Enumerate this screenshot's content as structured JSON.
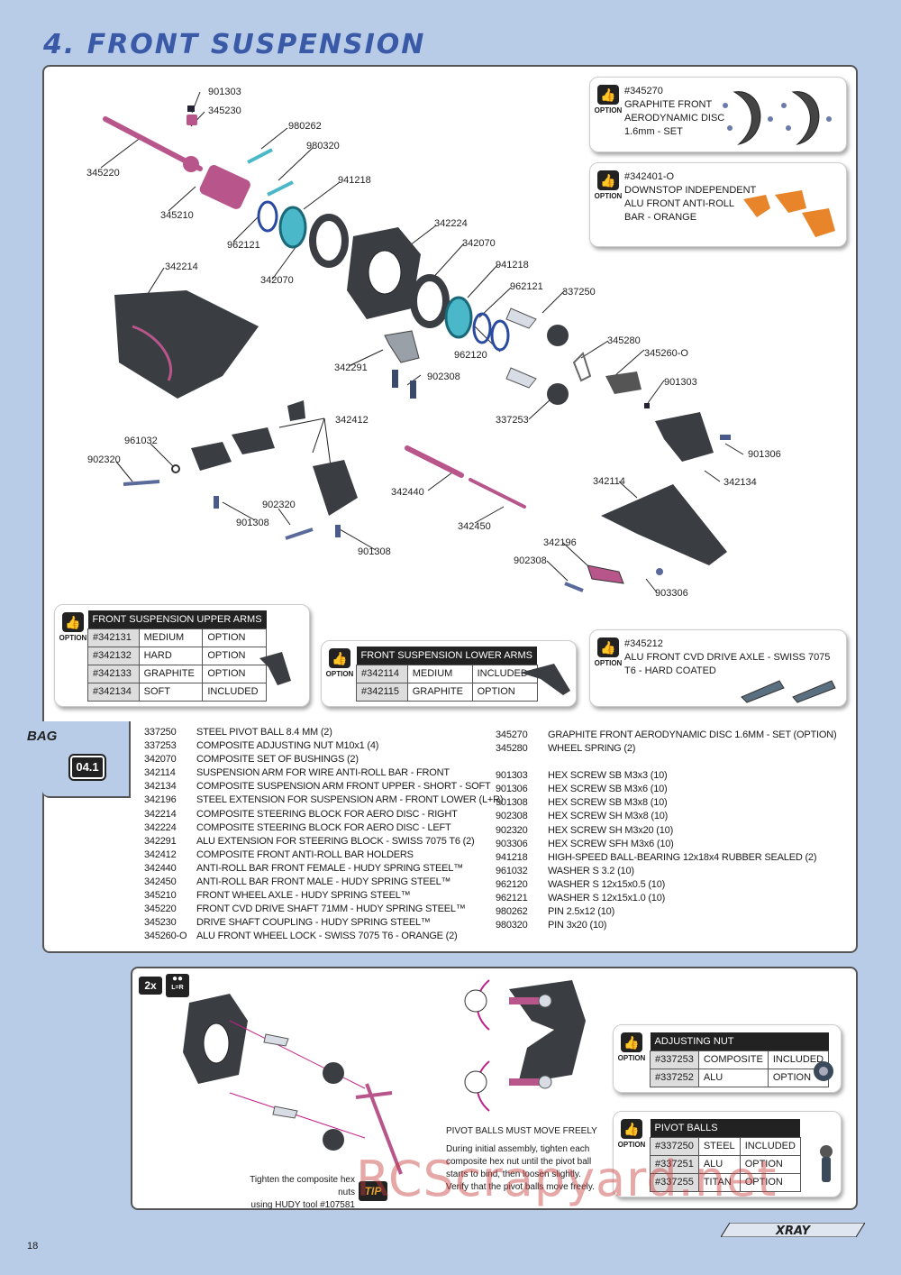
{
  "page": {
    "title": "4. FRONT SUSPENSION",
    "number": "18",
    "brand": "XRAY",
    "watermark": "RCScrapyard.net"
  },
  "colors": {
    "background": "#b8cce8",
    "title": "#3a5aa8",
    "part_pink": "#b8558a",
    "part_dark": "#3a3d42",
    "part_cyan": "#4ab8c8",
    "part_orange": "#e8842a"
  },
  "callouts": {
    "c901303a": "901303",
    "c345230": "345230",
    "c980262": "980262",
    "c980320": "980320",
    "c345220": "345220",
    "c941218a": "941218",
    "c345210": "345210",
    "c962121a": "962121",
    "c342224": "342224",
    "c342070a": "342070",
    "c342070b": "342070",
    "c342214": "342214",
    "c941218b": "941218",
    "c962121b": "962121",
    "c337250": "337250",
    "c962120": "962120",
    "c345280": "345280",
    "c345260": "345260-O",
    "c342291": "342291",
    "c902308a": "902308",
    "c901303b": "901303",
    "c337253": "337253",
    "c342412": "342412",
    "c961032": "961032",
    "c902320a": "902320",
    "c901306": "901306",
    "c342134": "342134",
    "c342114": "342114",
    "c342440": "342440",
    "c902320b": "902320",
    "c901308a": "901308",
    "c342450": "342450",
    "c901308b": "901308",
    "c342196": "342196",
    "c902308b": "902308",
    "c903306": "903306"
  },
  "options": {
    "label": "OPTION",
    "disc": {
      "lines": [
        "#345270",
        "GRAPHITE FRONT",
        "AERODYNAMIC DISC",
        "1.6mm - SET"
      ]
    },
    "downstop": {
      "lines": [
        "#342401-O",
        "DOWNSTOP INDEPENDENT",
        "ALU FRONT ANTI-ROLL",
        "BAR - ORANGE"
      ]
    },
    "axle": {
      "lines": [
        "#345212",
        "ALU FRONT CVD DRIVE AXLE - SWISS 7075",
        "T6 - HARD COATED"
      ]
    },
    "upper_arms": {
      "title": "FRONT SUSPENSION UPPER ARMS",
      "rows": [
        [
          "#342131",
          "MEDIUM",
          "OPTION"
        ],
        [
          "#342132",
          "HARD",
          "OPTION"
        ],
        [
          "#342133",
          "GRAPHITE",
          "OPTION"
        ],
        [
          "#342134",
          "SOFT",
          "INCLUDED"
        ]
      ]
    },
    "lower_arms": {
      "title": "FRONT SUSPENSION LOWER ARMS",
      "rows": [
        [
          "#342114",
          "MEDIUM",
          "INCLUDED"
        ],
        [
          "#342115",
          "GRAPHITE",
          "OPTION"
        ]
      ]
    },
    "adjusting_nut": {
      "title": "ADJUSTING NUT",
      "rows": [
        [
          "#337253",
          "COMPOSITE",
          "INCLUDED"
        ],
        [
          "#337252",
          "ALU",
          "OPTION"
        ]
      ]
    },
    "pivot_balls": {
      "title": "PIVOT BALLS",
      "rows": [
        [
          "#337250",
          "STEEL",
          "INCLUDED"
        ],
        [
          "#337251",
          "ALU",
          "OPTION"
        ],
        [
          "#337255",
          "TITAN",
          "OPTION"
        ]
      ]
    }
  },
  "bag": {
    "label": "BAG",
    "number": "04.1"
  },
  "parts_left": [
    [
      "337250",
      "STEEL PIVOT BALL 8.4 MM (2)"
    ],
    [
      "337253",
      "COMPOSITE ADJUSTING NUT M10x1 (4)"
    ],
    [
      "342070",
      "COMPOSITE SET OF BUSHINGS (2)"
    ],
    [
      "342114",
      "SUSPENSION ARM FOR WIRE ANTI-ROLL BAR - FRONT"
    ],
    [
      "342134",
      "COMPOSITE SUSPENSION ARM FRONT UPPER - SHORT - SOFT"
    ],
    [
      "342196",
      "STEEL EXTENSION FOR SUSPENSION ARM - FRONT LOWER (L+R)"
    ],
    [
      "342214",
      "COMPOSITE STEERING BLOCK FOR AERO DISC - RIGHT"
    ],
    [
      "342224",
      "COMPOSITE STEERING BLOCK FOR AERO DISC - LEFT"
    ],
    [
      "342291",
      "ALU EXTENSION FOR STEERING BLOCK - SWISS 7075 T6 (2)"
    ],
    [
      "342412",
      "COMPOSITE FRONT ANTI-ROLL BAR HOLDERS"
    ],
    [
      "342440",
      "ANTI-ROLL BAR FRONT FEMALE - HUDY SPRING STEEL™"
    ],
    [
      "342450",
      "ANTI-ROLL BAR FRONT MALE - HUDY SPRING STEEL™"
    ],
    [
      "345210",
      "FRONT WHEEL AXLE - HUDY SPRING STEEL™"
    ],
    [
      "345220",
      "FRONT CVD DRIVE SHAFT 71MM - HUDY SPRING STEEL™"
    ],
    [
      "345230",
      "DRIVE SHAFT COUPLING - HUDY SPRING STEEL™"
    ],
    [
      "345260-O",
      "ALU FRONT WHEEL LOCK - SWISS 7075 T6 - ORANGE (2)"
    ]
  ],
  "parts_right_a": [
    [
      "345270",
      "GRAPHITE FRONT AERODYNAMIC DISC 1.6MM - SET (OPTION)"
    ],
    [
      "345280",
      "WHEEL SPRING (2)"
    ]
  ],
  "parts_right_b": [
    [
      "901303",
      "HEX SCREW SB M3x3  (10)"
    ],
    [
      "901306",
      "HEX SCREW SB M3x6  (10)"
    ],
    [
      "901308",
      "HEX SCREW SB M3x8  (10)"
    ],
    [
      "902308",
      "HEX SCREW SH M3x8  (10)"
    ],
    [
      "902320",
      "HEX SCREW SH M3x20  (10)"
    ],
    [
      "903306",
      "HEX SCREW SFH M3x6  (10)"
    ],
    [
      "941218",
      "HIGH-SPEED BALL-BEARING 12x18x4 RUBBER SEALED  (2)"
    ],
    [
      "961032",
      "WASHER S 3.2  (10)"
    ],
    [
      "962120",
      "WASHER S 12x15x0.5  (10)"
    ],
    [
      "962121",
      "WASHER S 12x15x1.0  (10)"
    ],
    [
      "980262",
      "PIN 2.5x12  (10)"
    ],
    [
      "980320",
      "PIN 3x20  (10)"
    ]
  ],
  "assembly": {
    "qty": "2x",
    "side": "L=R",
    "tool_note_1": "Tighten the composite hex nuts",
    "tool_note_2": "using HUDY tool #107581",
    "tip": "TIP",
    "pivot_title": "PIVOT BALLS MUST MOVE FREELY",
    "pivot_text": [
      "During initial assembly, tighten each",
      "composite hex nut until the pivot ball",
      "starts to bind, then loosen slightly.",
      "Verify that the pivot balls move freely."
    ]
  }
}
